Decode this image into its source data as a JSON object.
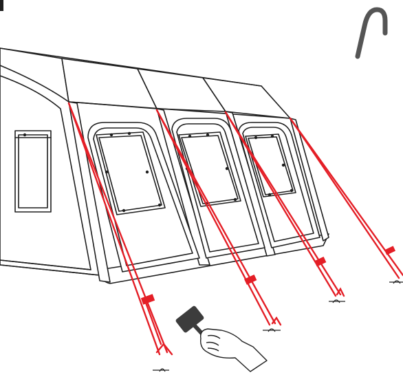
{
  "figure": {
    "step_number": "",
    "caption": "",
    "colors": {
      "outline": "#1e1e1e",
      "line_color": "#e41e26",
      "tool_head": "#3c3c3c",
      "peg_icon": "#555555",
      "background": "#ffffff"
    },
    "icons": [
      "peg-icon",
      "mallet-icon",
      "hand-icon",
      "tent-illustration",
      "guy-line",
      "ground-peg"
    ]
  }
}
